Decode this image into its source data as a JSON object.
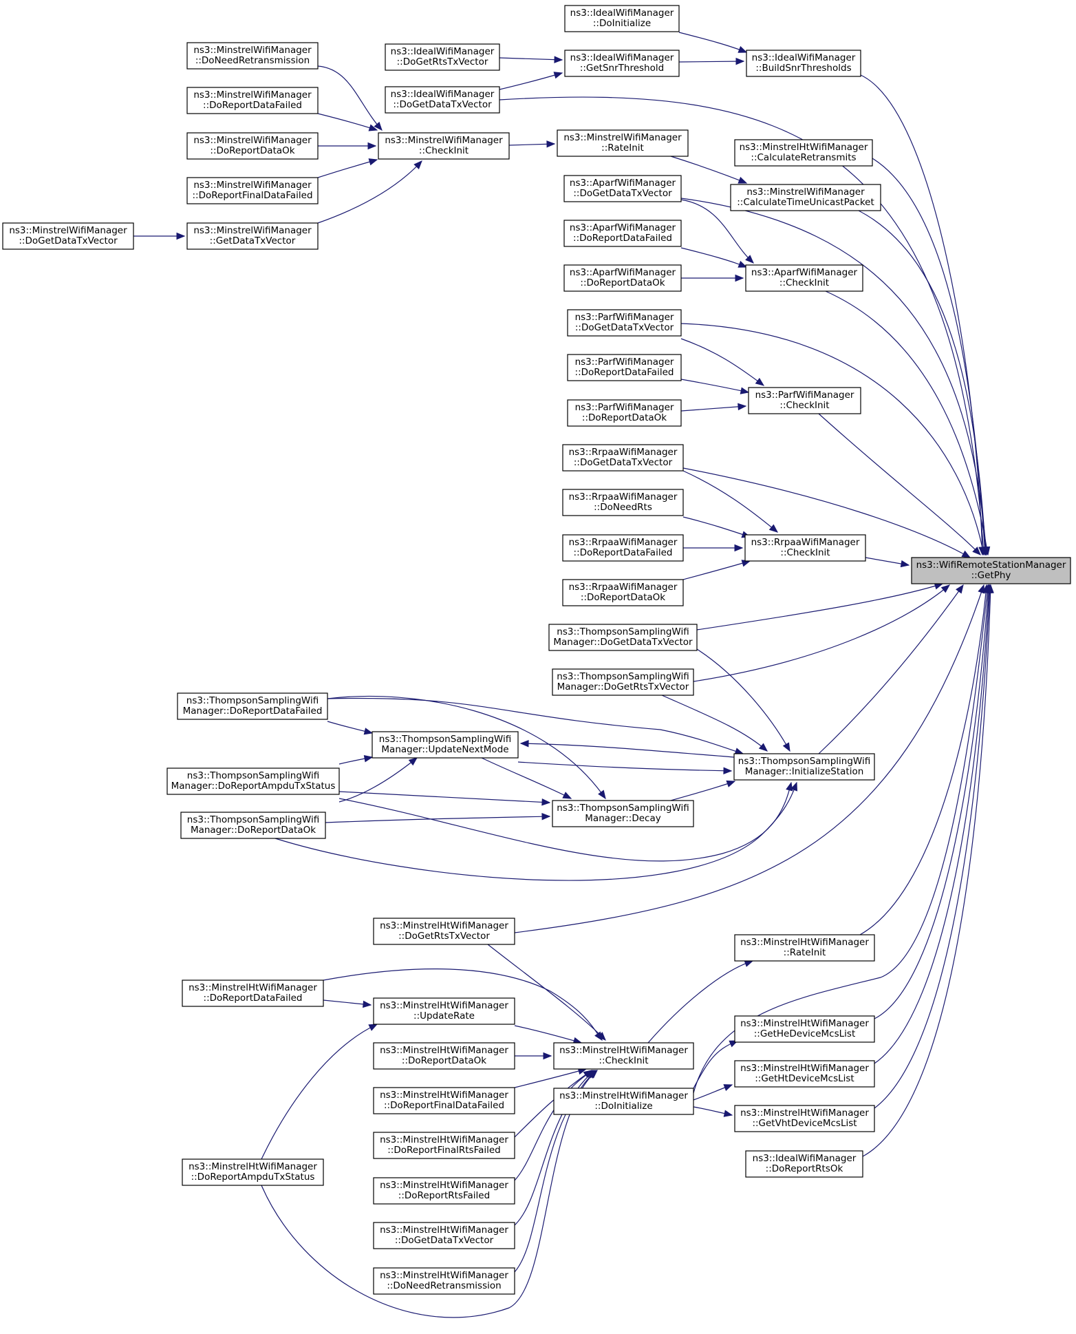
{
  "root_id": "getphy",
  "nodes": [
    {
      "id": "getphy",
      "lines": [
        "ns3::WifiRemoteStationManager",
        "::GetPhy"
      ],
      "root": true
    },
    {
      "id": "ideal_doinit",
      "lines": [
        "ns3::IdealWifiManager",
        "::DoInitialize"
      ]
    },
    {
      "id": "ideal_buildsnr",
      "lines": [
        "ns3::IdealWifiManager",
        "::BuildSnrThresholds"
      ]
    },
    {
      "id": "ideal_rts",
      "lines": [
        "ns3::IdealWifiManager",
        "::DoGetRtsTxVector"
      ]
    },
    {
      "id": "ideal_getsnr",
      "lines": [
        "ns3::IdealWifiManager",
        "::GetSnrThreshold"
      ]
    },
    {
      "id": "ideal_data",
      "lines": [
        "ns3::IdealWifiManager",
        "::DoGetDataTxVector"
      ]
    },
    {
      "id": "min_needretx",
      "lines": [
        "ns3::MinstrelWifiManager",
        "::DoNeedRetransmission"
      ]
    },
    {
      "id": "min_repfailed",
      "lines": [
        "ns3::MinstrelWifiManager",
        "::DoReportDataFailed"
      ]
    },
    {
      "id": "min_repok",
      "lines": [
        "ns3::MinstrelWifiManager",
        "::DoReportDataOk"
      ]
    },
    {
      "id": "min_repfinal",
      "lines": [
        "ns3::MinstrelWifiManager",
        "::DoReportFinalDataFailed"
      ]
    },
    {
      "id": "min_getdata",
      "lines": [
        "ns3::MinstrelWifiManager",
        "::GetDataTxVector"
      ]
    },
    {
      "id": "min_dogetdata",
      "lines": [
        "ns3::MinstrelWifiManager",
        "::DoGetDataTxVector"
      ]
    },
    {
      "id": "min_checkinit",
      "lines": [
        "ns3::MinstrelWifiManager",
        "::CheckInit"
      ]
    },
    {
      "id": "min_rateinit",
      "lines": [
        "ns3::MinstrelWifiManager",
        "::RateInit"
      ]
    },
    {
      "id": "mht_calcretx",
      "lines": [
        "ns3::MinstrelHtWifiManager",
        "::CalculateRetransmits"
      ]
    },
    {
      "id": "min_calctime",
      "lines": [
        "ns3::MinstrelWifiManager",
        "::CalculateTimeUnicastPacket"
      ]
    },
    {
      "id": "aparf_data",
      "lines": [
        "ns3::AparfWifiManager",
        "::DoGetDataTxVector"
      ]
    },
    {
      "id": "aparf_failed",
      "lines": [
        "ns3::AparfWifiManager",
        "::DoReportDataFailed"
      ]
    },
    {
      "id": "aparf_ok",
      "lines": [
        "ns3::AparfWifiManager",
        "::DoReportDataOk"
      ]
    },
    {
      "id": "aparf_check",
      "lines": [
        "ns3::AparfWifiManager",
        "::CheckInit"
      ]
    },
    {
      "id": "parf_data",
      "lines": [
        "ns3::ParfWifiManager",
        "::DoGetDataTxVector"
      ]
    },
    {
      "id": "parf_failed",
      "lines": [
        "ns3::ParfWifiManager",
        "::DoReportDataFailed"
      ]
    },
    {
      "id": "parf_ok",
      "lines": [
        "ns3::ParfWifiManager",
        "::DoReportDataOk"
      ]
    },
    {
      "id": "parf_check",
      "lines": [
        "ns3::ParfWifiManager",
        "::CheckInit"
      ]
    },
    {
      "id": "rrpaa_data",
      "lines": [
        "ns3::RrpaaWifiManager",
        "::DoGetDataTxVector"
      ]
    },
    {
      "id": "rrpaa_needrts",
      "lines": [
        "ns3::RrpaaWifiManager",
        "::DoNeedRts"
      ]
    },
    {
      "id": "rrpaa_failed",
      "lines": [
        "ns3::RrpaaWifiManager",
        "::DoReportDataFailed"
      ]
    },
    {
      "id": "rrpaa_ok",
      "lines": [
        "ns3::RrpaaWifiManager",
        "::DoReportDataOk"
      ]
    },
    {
      "id": "rrpaa_check",
      "lines": [
        "ns3::RrpaaWifiManager",
        "::CheckInit"
      ]
    },
    {
      "id": "ts_data",
      "lines": [
        "ns3::ThompsonSamplingWifi",
        "Manager::DoGetDataTxVector"
      ]
    },
    {
      "id": "ts_rts",
      "lines": [
        "ns3::ThompsonSamplingWifi",
        "Manager::DoGetRtsTxVector"
      ]
    },
    {
      "id": "ts_failed",
      "lines": [
        "ns3::ThompsonSamplingWifi",
        "Manager::DoReportDataFailed"
      ]
    },
    {
      "id": "ts_update",
      "lines": [
        "ns3::ThompsonSamplingWifi",
        "Manager::UpdateNextMode"
      ]
    },
    {
      "id": "ts_ampdu",
      "lines": [
        "ns3::ThompsonSamplingWifi",
        "Manager::DoReportAmpduTxStatus"
      ]
    },
    {
      "id": "ts_ok",
      "lines": [
        "ns3::ThompsonSamplingWifi",
        "Manager::DoReportDataOk"
      ]
    },
    {
      "id": "ts_decay",
      "lines": [
        "ns3::ThompsonSamplingWifi",
        "Manager::Decay"
      ]
    },
    {
      "id": "ts_init",
      "lines": [
        "ns3::ThompsonSamplingWifi",
        "Manager::InitializeStation"
      ]
    },
    {
      "id": "mht_rts",
      "lines": [
        "ns3::MinstrelHtWifiManager",
        "::DoGetRtsTxVector"
      ]
    },
    {
      "id": "mht_rateinit",
      "lines": [
        "ns3::MinstrelHtWifiManager",
        "::RateInit"
      ]
    },
    {
      "id": "mht_failed",
      "lines": [
        "ns3::MinstrelHtWifiManager",
        "::DoReportDataFailed"
      ]
    },
    {
      "id": "mht_update",
      "lines": [
        "ns3::MinstrelHtWifiManager",
        "::UpdateRate"
      ]
    },
    {
      "id": "mht_ok",
      "lines": [
        "ns3::MinstrelHtWifiManager",
        "::DoReportDataOk"
      ]
    },
    {
      "id": "mht_check",
      "lines": [
        "ns3::MinstrelHtWifiManager",
        "::CheckInit"
      ]
    },
    {
      "id": "mht_he",
      "lines": [
        "ns3::MinstrelHtWifiManager",
        "::GetHeDeviceMcsList"
      ]
    },
    {
      "id": "mht_ht",
      "lines": [
        "ns3::MinstrelHtWifiManager",
        "::GetHtDeviceMcsList"
      ]
    },
    {
      "id": "mht_doinit",
      "lines": [
        "ns3::MinstrelHtWifiManager",
        "::DoInitialize"
      ]
    },
    {
      "id": "mht_vht",
      "lines": [
        "ns3::MinstrelHtWifiManager",
        "::GetVhtDeviceMcsList"
      ]
    },
    {
      "id": "mht_finalfail",
      "lines": [
        "ns3::MinstrelHtWifiManager",
        "::DoReportFinalDataFailed"
      ]
    },
    {
      "id": "mht_finalrts",
      "lines": [
        "ns3::MinstrelHtWifiManager",
        "::DoReportFinalRtsFailed"
      ]
    },
    {
      "id": "mht_ampdu",
      "lines": [
        "ns3::MinstrelHtWifiManager",
        "::DoReportAmpduTxStatus"
      ]
    },
    {
      "id": "mht_rtsfailed",
      "lines": [
        "ns3::MinstrelHtWifiManager",
        "::DoReportRtsFailed"
      ]
    },
    {
      "id": "mht_data",
      "lines": [
        "ns3::MinstrelHtWifiManager",
        "::DoGetDataTxVector"
      ]
    },
    {
      "id": "mht_needretx",
      "lines": [
        "ns3::MinstrelHtWifiManager",
        "::DoNeedRetransmission"
      ]
    },
    {
      "id": "ideal_rtsok",
      "lines": [
        "ns3::IdealWifiManager",
        "::DoReportRtsOk"
      ]
    }
  ],
  "edges": [
    {
      "from": "ideal_buildsnr",
      "to": "getphy"
    },
    {
      "from": "ideal_doinit",
      "to": "ideal_buildsnr"
    },
    {
      "from": "ideal_getsnr",
      "to": "ideal_buildsnr"
    },
    {
      "from": "ideal_rts",
      "to": "ideal_getsnr"
    },
    {
      "from": "ideal_data",
      "to": "ideal_getsnr"
    },
    {
      "from": "ideal_data",
      "to": "getphy"
    },
    {
      "from": "mht_calcretx",
      "to": "getphy"
    },
    {
      "from": "min_calctime",
      "to": "getphy"
    },
    {
      "from": "min_rateinit",
      "to": "min_calctime"
    },
    {
      "from": "min_checkinit",
      "to": "min_rateinit"
    },
    {
      "from": "min_needretx",
      "to": "min_checkinit"
    },
    {
      "from": "min_repfailed",
      "to": "min_checkinit"
    },
    {
      "from": "min_repok",
      "to": "min_checkinit"
    },
    {
      "from": "min_repfinal",
      "to": "min_checkinit"
    },
    {
      "from": "min_getdata",
      "to": "min_checkinit"
    },
    {
      "from": "min_dogetdata",
      "to": "min_getdata"
    },
    {
      "from": "aparf_data",
      "to": "getphy"
    },
    {
      "from": "aparf_check",
      "to": "getphy"
    },
    {
      "from": "aparf_data",
      "to": "aparf_check"
    },
    {
      "from": "aparf_failed",
      "to": "aparf_check"
    },
    {
      "from": "aparf_ok",
      "to": "aparf_check"
    },
    {
      "from": "parf_data",
      "to": "getphy"
    },
    {
      "from": "parf_check",
      "to": "getphy"
    },
    {
      "from": "parf_data",
      "to": "parf_check"
    },
    {
      "from": "parf_failed",
      "to": "parf_check"
    },
    {
      "from": "parf_ok",
      "to": "parf_check"
    },
    {
      "from": "rrpaa_data",
      "to": "getphy"
    },
    {
      "from": "rrpaa_check",
      "to": "getphy"
    },
    {
      "from": "rrpaa_data",
      "to": "rrpaa_check"
    },
    {
      "from": "rrpaa_needrts",
      "to": "rrpaa_check"
    },
    {
      "from": "rrpaa_failed",
      "to": "rrpaa_check"
    },
    {
      "from": "rrpaa_ok",
      "to": "rrpaa_check"
    },
    {
      "from": "ts_data",
      "to": "getphy"
    },
    {
      "from": "ts_rts",
      "to": "getphy"
    },
    {
      "from": "ts_init",
      "to": "getphy"
    },
    {
      "from": "ts_data",
      "to": "ts_init"
    },
    {
      "from": "ts_rts",
      "to": "ts_init"
    },
    {
      "from": "ts_failed",
      "to": "ts_init"
    },
    {
      "from": "ts_update",
      "to": "ts_init"
    },
    {
      "from": "ts_init",
      "to": "ts_update"
    },
    {
      "from": "ts_ampdu",
      "to": "ts_init"
    },
    {
      "from": "ts_ok",
      "to": "ts_init"
    },
    {
      "from": "ts_decay",
      "to": "ts_init"
    },
    {
      "from": "ts_failed",
      "to": "ts_update"
    },
    {
      "from": "ts_ampdu",
      "to": "ts_update"
    },
    {
      "from": "ts_ok",
      "to": "ts_update"
    },
    {
      "from": "ts_failed",
      "to": "ts_decay"
    },
    {
      "from": "ts_ampdu",
      "to": "ts_decay"
    },
    {
      "from": "ts_ok",
      "to": "ts_decay"
    },
    {
      "from": "ts_update",
      "to": "ts_decay"
    },
    {
      "from": "mht_rts",
      "to": "getphy"
    },
    {
      "from": "mht_rateinit",
      "to": "getphy"
    },
    {
      "from": "mht_he",
      "to": "getphy"
    },
    {
      "from": "mht_ht",
      "to": "getphy"
    },
    {
      "from": "mht_vht",
      "to": "getphy"
    },
    {
      "from": "mht_doinit",
      "to": "getphy"
    },
    {
      "from": "ideal_rtsok",
      "to": "getphy"
    },
    {
      "from": "mht_check",
      "to": "mht_rateinit"
    },
    {
      "from": "mht_rts",
      "to": "mht_check"
    },
    {
      "from": "mht_failed",
      "to": "mht_check"
    },
    {
      "from": "mht_failed",
      "to": "mht_update"
    },
    {
      "from": "mht_update",
      "to": "mht_check"
    },
    {
      "from": "mht_ok",
      "to": "mht_check"
    },
    {
      "from": "mht_finalfail",
      "to": "mht_check"
    },
    {
      "from": "mht_finalrts",
      "to": "mht_check"
    },
    {
      "from": "mht_rtsfailed",
      "to": "mht_check"
    },
    {
      "from": "mht_data",
      "to": "mht_check"
    },
    {
      "from": "mht_needretx",
      "to": "mht_check"
    },
    {
      "from": "mht_ampdu",
      "to": "mht_check"
    },
    {
      "from": "mht_ampdu",
      "to": "mht_update"
    },
    {
      "from": "mht_doinit",
      "to": "mht_he"
    },
    {
      "from": "mht_doinit",
      "to": "mht_ht"
    },
    {
      "from": "mht_doinit",
      "to": "mht_vht"
    }
  ]
}
